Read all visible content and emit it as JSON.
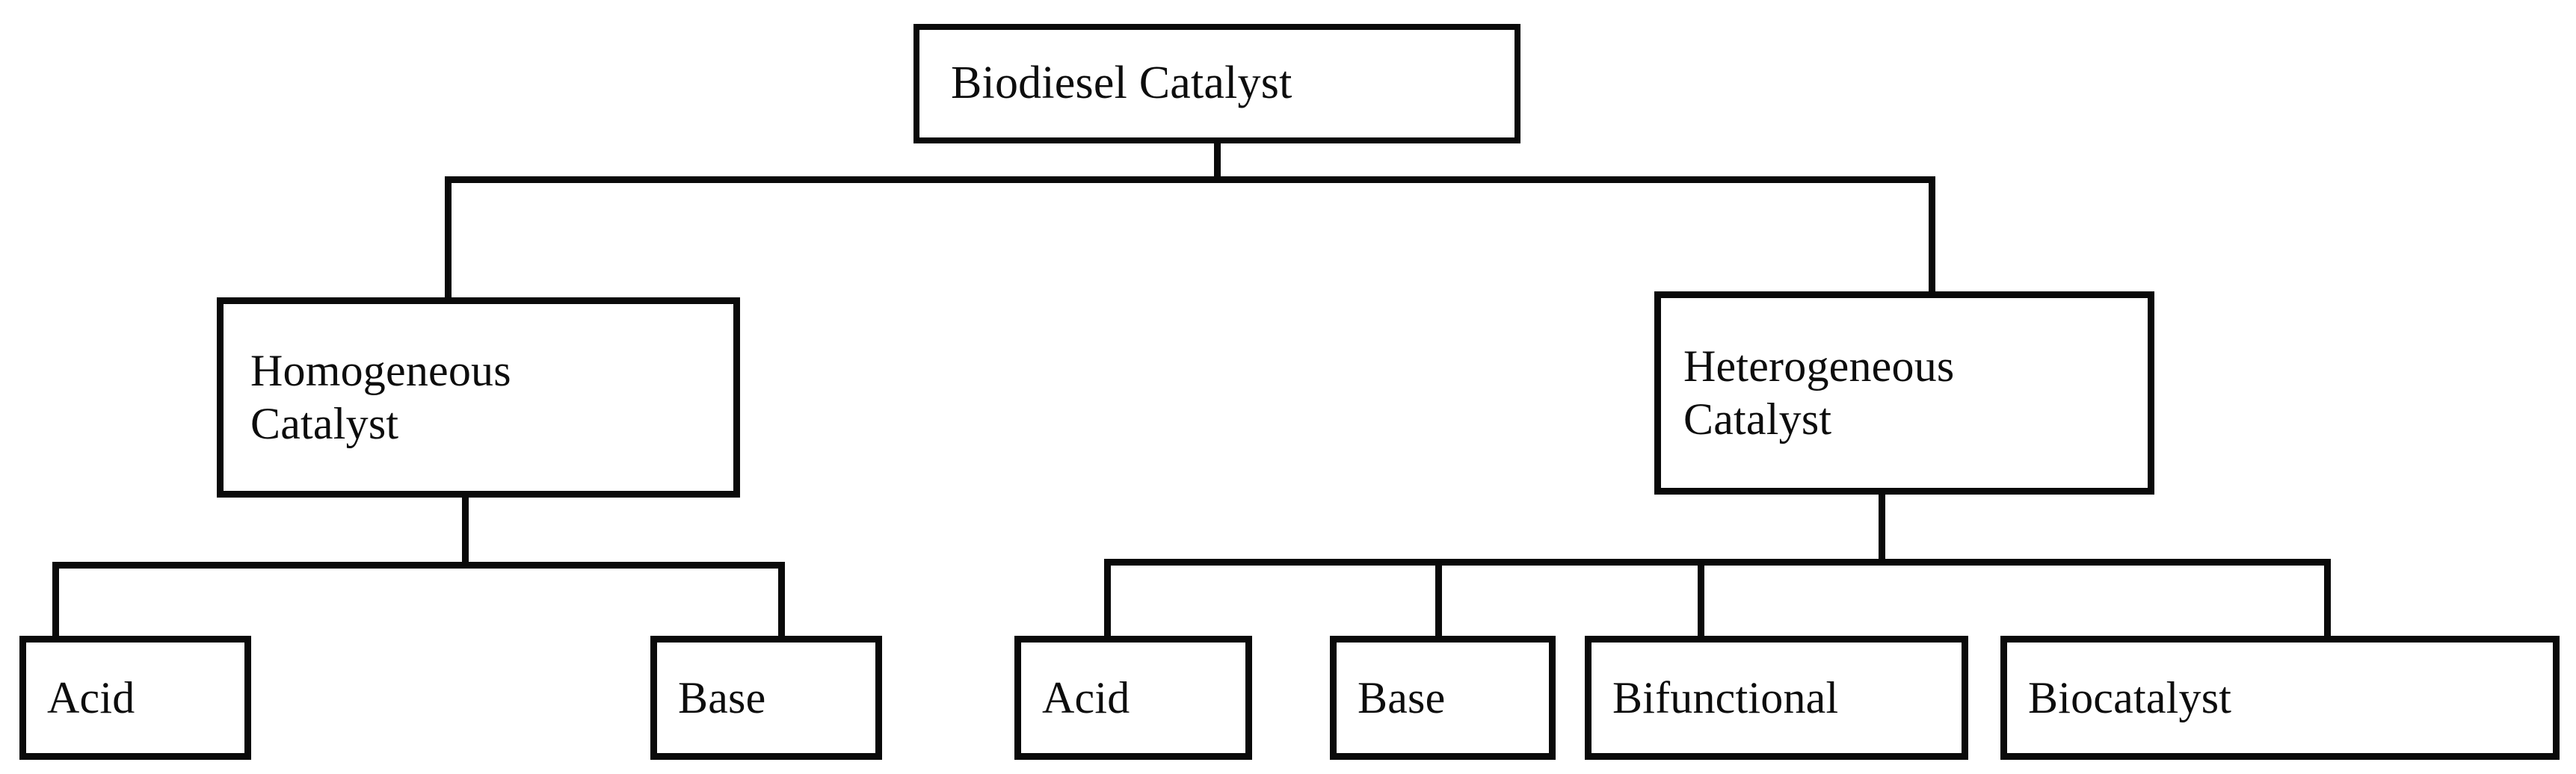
{
  "diagram": {
    "title": "Biodiesel Catalyst",
    "type": "hierarchy-tree",
    "colors": {
      "stroke": "#0a0a0a",
      "fill": "#ffffff",
      "text": "#0d0d0d"
    },
    "nodes": {
      "root": {
        "label": "Biodiesel Catalyst",
        "level": 1
      },
      "homogeneous": {
        "label": "Homogeneous\nCatalyst",
        "level": 2
      },
      "heterogeneous": {
        "label": "Heterogeneous\nCatalyst",
        "level": 2
      },
      "homo_acid": {
        "label": "Acid",
        "level": 3,
        "parent": "homogeneous"
      },
      "homo_base": {
        "label": "Base",
        "level": 3,
        "parent": "homogeneous"
      },
      "het_acid": {
        "label": "Acid",
        "level": 3,
        "parent": "heterogeneous"
      },
      "het_base": {
        "label": "Base",
        "level": 3,
        "parent": "heterogeneous"
      },
      "het_bifunctional": {
        "label": "Bifunctional",
        "level": 3,
        "parent": "heterogeneous"
      },
      "het_biocatalyst": {
        "label": "Biocatalyst",
        "level": 3,
        "parent": "heterogeneous"
      }
    },
    "edges": [
      {
        "from": "root",
        "to": "homogeneous"
      },
      {
        "from": "root",
        "to": "heterogeneous"
      },
      {
        "from": "homogeneous",
        "to": "homo_acid"
      },
      {
        "from": "homogeneous",
        "to": "homo_base"
      },
      {
        "from": "heterogeneous",
        "to": "het_acid"
      },
      {
        "from": "heterogeneous",
        "to": "het_base"
      },
      {
        "from": "heterogeneous",
        "to": "het_bifunctional"
      },
      {
        "from": "heterogeneous",
        "to": "het_biocatalyst"
      }
    ]
  }
}
